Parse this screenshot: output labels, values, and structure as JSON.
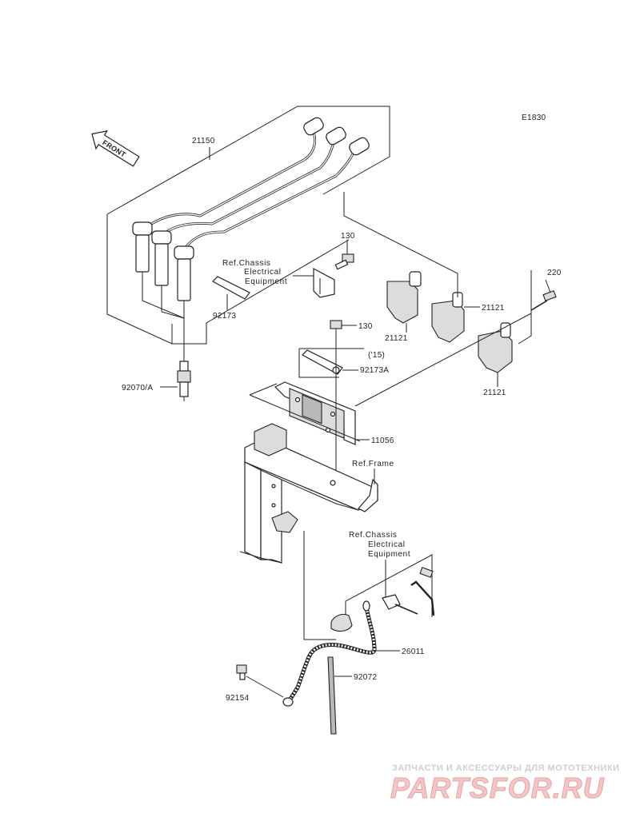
{
  "diagram": {
    "code": "E1830",
    "front_label": "FRONT",
    "part_numbers": {
      "p21150": "21150",
      "p130_a": "130",
      "p130_b": "130",
      "p220": "220",
      "p21121_a": "21121",
      "p21121_b": "21121",
      "p21121_c": "21121",
      "p92173": "92173",
      "p92173a": "92173A",
      "p15": "('15)",
      "p92070a": "92070/A",
      "p11056": "11056",
      "p26011": "26011",
      "p92072": "92072",
      "p92154": "92154"
    },
    "refs": {
      "chassis_1": [
        "Ref.Chassis",
        "Electrical",
        "Equipment"
      ],
      "frame": "Ref.Frame",
      "chassis_2": [
        "Ref.Chassis",
        "Electrical",
        "Equipment"
      ]
    }
  },
  "watermark": {
    "tagline": "ЗАПЧАСТИ И АКСЕССУАРЫ ДЛЯ МОТОТЕХНИКИ",
    "brand": "PARTSFOR.RU"
  }
}
